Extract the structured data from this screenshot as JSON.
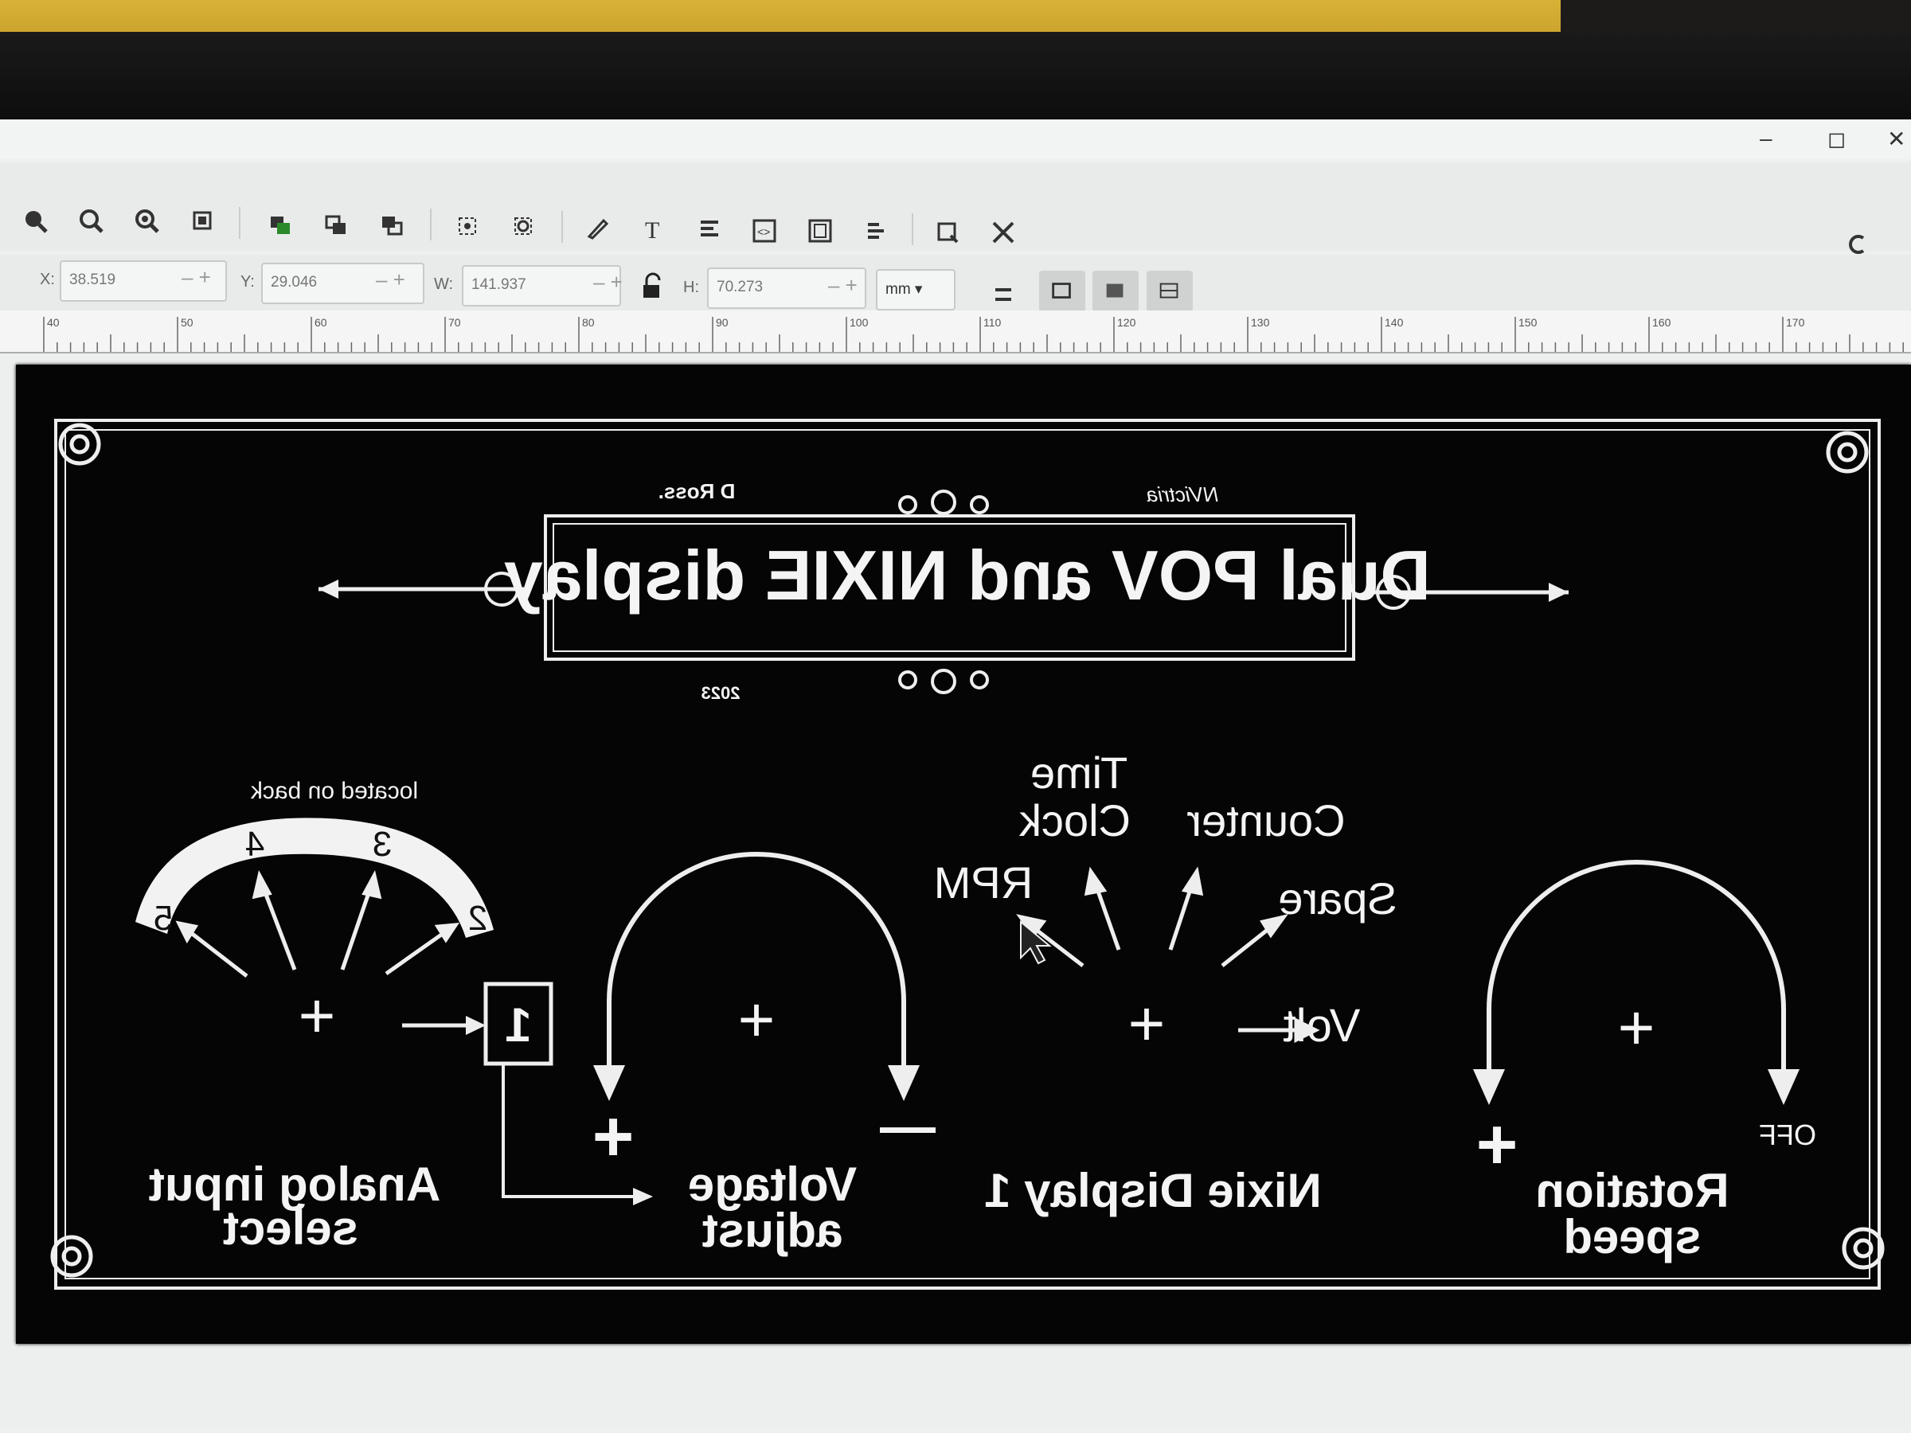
{
  "window": {
    "minimize": "–",
    "restore": "◻",
    "close": "✕"
  },
  "toolbar": {
    "icons": [
      "zoom-in-icon",
      "zoom-out-icon",
      "zoom-page-icon",
      "zoom-fit-icon",
      "raise-icon",
      "group-icon",
      "ungroup-icon",
      "select-all-icon",
      "select-invert-icon",
      "pen-icon",
      "text-icon",
      "align-icon",
      "xml-editor-icon",
      "objects-icon",
      "layers-icon",
      "preferences-icon",
      "tools-icon"
    ]
  },
  "coords": {
    "x_label": "X:",
    "x_value": "38.519",
    "y_label": "Y:",
    "y_value": "29.046",
    "w_label": "W:",
    "w_value": "141.937",
    "h_label": "H:",
    "h_value": "70.273",
    "unit": "mm"
  },
  "ruler": {
    "ticks": [
      "40",
      "50",
      "60",
      "70",
      "80",
      "90",
      "100",
      "110",
      "120",
      "130",
      "140",
      "150",
      "160",
      "170"
    ]
  },
  "panel": {
    "title": "Dual POV and NIXIE display",
    "author": "D Ross.",
    "brand": "NVictria",
    "year": "2023",
    "located_note": "located on back",
    "selector_numbers": [
      "5",
      "4",
      "3",
      "2"
    ],
    "box_digit": "1",
    "analog_label_1": "Analog input",
    "analog_label_2": "select",
    "voltage_label_1": "Voltage",
    "voltage_label_2": "adjust",
    "nixie_label": "Nixie Display 1",
    "rotation_label_1": "Rotation",
    "rotation_label_2": "speed",
    "time": "Time",
    "clock": "Clock",
    "counter": "Counter",
    "rpm": "RPM",
    "spare": "Spare",
    "volt": "Volt",
    "plus": "+",
    "minus": "—",
    "off": "OFF"
  }
}
